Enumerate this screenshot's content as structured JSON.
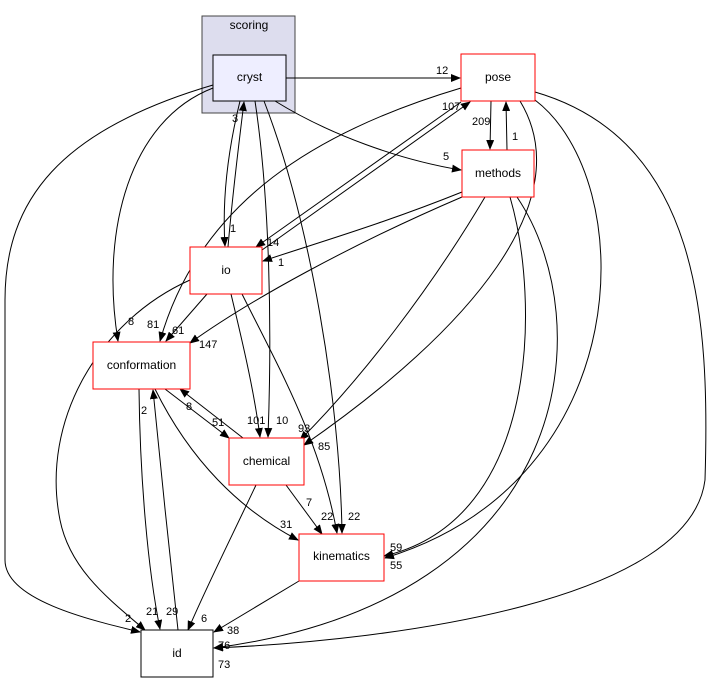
{
  "cluster": {
    "label": "scoring"
  },
  "nodes": {
    "cryst": "cryst",
    "pose": "pose",
    "methods": "methods",
    "io": "io",
    "conformation": "conformation",
    "chemical": "chemical",
    "kinematics": "kinematics",
    "id": "id"
  },
  "colors": {
    "cluster_fill": "#ddddee",
    "cryst_fill": "#eeeeff",
    "external_border": "#ff0000",
    "leaf_border": "#000000"
  },
  "edge_labels": {
    "cryst_pose": "12",
    "cryst_methods": "5",
    "cryst_io": "3",
    "io_cryst": "1",
    "cryst_conformation": "8",
    "cryst_id": "2",
    "cryst_chemical": "10",
    "cryst_kinematics": "22",
    "io_pose": "107",
    "pose_io": "14",
    "pose_methods": "209",
    "methods_pose": "1",
    "pose_conformation": "81",
    "methods_chemical": "93",
    "pose_chemical": "85",
    "pose_kinematics": "59",
    "methods_kinematics": "55",
    "pose_id": "76",
    "methods_id": "73",
    "methods_io": "1",
    "methods_conformation": "147",
    "io_conformation": "61",
    "io_chemical": "101",
    "io_kinematics": "22",
    "id_conformation": "2",
    "conformation_id": "21",
    "io_id": "29",
    "conformation_chemical": "51",
    "chemical_conformation": "8",
    "conformation_kinematics": "31",
    "chemical_kinematics": "7",
    "chemical_id": "6",
    "kinematics_id": "38"
  }
}
